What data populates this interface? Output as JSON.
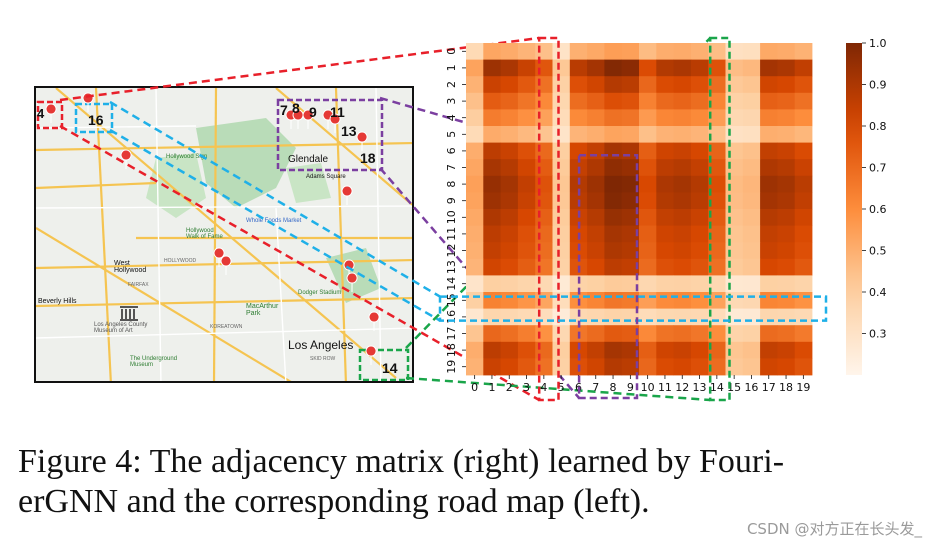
{
  "figure": {
    "caption": "Figure 4: The adjacency matrix (right) learned by FourierGNN and the corresponding road map (left).",
    "caption_line1": "Figure 4: The adjacency matrix (right) learned by Fouri-",
    "caption_line2": "erGNN and the corresponding road map (left).",
    "watermark": "CSDN @对方正在长头发_"
  },
  "map": {
    "labels": {
      "glendale": "Glendale",
      "los_angeles": "Los Angeles",
      "west_hollywood": "West\nHollywood",
      "beverly_hills": "Beverly Hills",
      "lacma": "Los Angeles County\nMuseum of Art",
      "macarthur": "MacArthur\nPark",
      "underground": "The Underground\nMuseum",
      "adams": "Adams Square",
      "hollywood_walk": "Hollywood\nWalk of Fame",
      "dodger": "Dodger Stadium",
      "hollywood_sign": "Hollywood Sign",
      "whole_foods": "Whole Foods Market",
      "hollywood": "HOLLYWOOD",
      "fairfax": "FAIRFAX",
      "skid_row": "SKID ROW",
      "koreatown": "KOREATOWN"
    },
    "pin_numbers": {
      "n4": "4",
      "n16": "16",
      "n7": "7",
      "n8": "8",
      "n9": "9",
      "n11": "11",
      "n13": "13",
      "n18": "18",
      "n14": "14"
    },
    "box_colors": {
      "red": "#e8202a",
      "blue": "#1fb0e8",
      "purple": "#7b3fa0",
      "green": "#1aa54a"
    }
  },
  "chart_data": {
    "type": "heatmap",
    "title": "",
    "x_ticks": [
      "0",
      "1",
      "2",
      "3",
      "4",
      "5",
      "6",
      "7",
      "8",
      "9",
      "10",
      "11",
      "12",
      "13",
      "14",
      "15",
      "16",
      "17",
      "18",
      "19"
    ],
    "y_ticks": [
      "0",
      "1",
      "2",
      "3",
      "4",
      "5",
      "6",
      "7",
      "8",
      "9",
      "10",
      "11",
      "12",
      "13",
      "14",
      "15",
      "16",
      "17",
      "18",
      "19"
    ],
    "row_weight": [
      0.42,
      0.95,
      0.82,
      0.7,
      0.58,
      0.4,
      0.86,
      0.92,
      0.97,
      0.95,
      0.9,
      0.86,
      0.84,
      0.8,
      0.26,
      0.56,
      0.22,
      0.66,
      0.86,
      0.82
    ],
    "col_weight": [
      0.42,
      0.92,
      0.88,
      0.8,
      0.7,
      0.28,
      0.84,
      0.9,
      0.99,
      0.97,
      0.74,
      0.86,
      0.88,
      0.84,
      0.72,
      0.32,
      0.34,
      0.9,
      0.88,
      0.82
    ],
    "colorbar": {
      "min": 0.2,
      "max": 1.0,
      "ticks": [
        "1.0",
        "0.9",
        "0.8",
        "0.7",
        "0.6",
        "0.5",
        "0.4",
        "0.3"
      ],
      "tick_values": [
        1.0,
        0.9,
        0.8,
        0.7,
        0.6,
        0.5,
        0.4,
        0.3
      ],
      "cmap": "Oranges"
    },
    "highlights": {
      "red_column": 4,
      "green_column": 14,
      "blue_row": 16,
      "purple_columns": [
        7,
        9
      ],
      "purple_rows_start": 7
    }
  }
}
